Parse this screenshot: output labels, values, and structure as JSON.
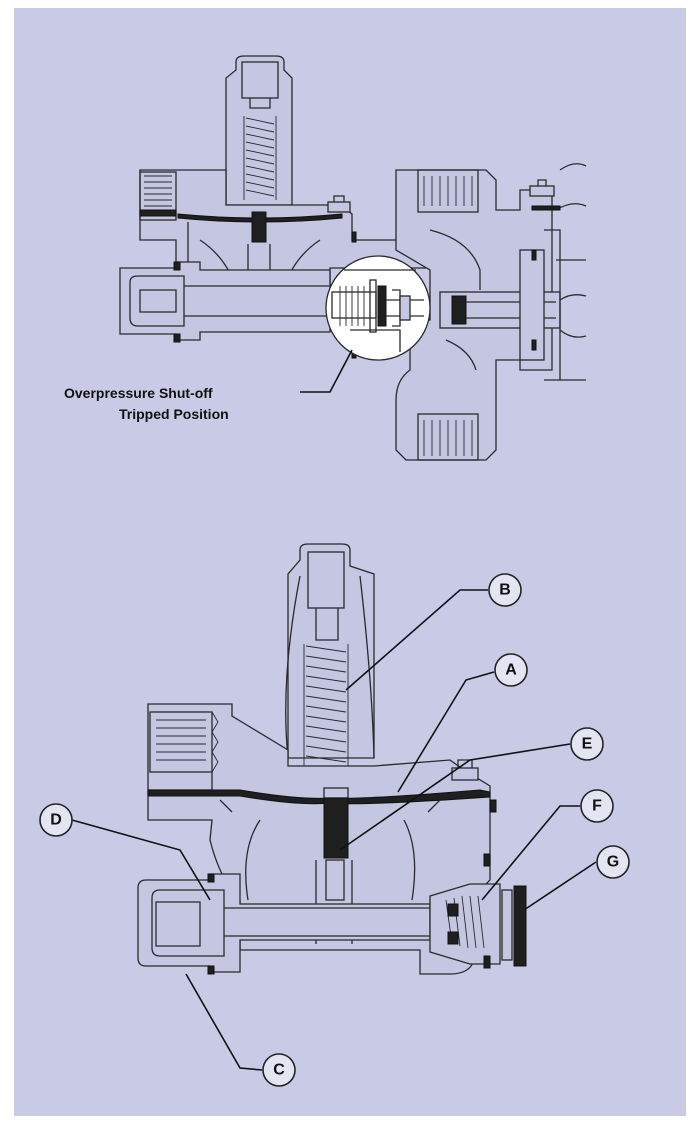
{
  "top_figure": {
    "caption_line1": "Overpressure Shut-off",
    "caption_line2": "Tripped Position"
  },
  "bottom_figure": {
    "callouts": [
      {
        "id": "b",
        "letter": "B"
      },
      {
        "id": "a",
        "letter": "A"
      },
      {
        "id": "e",
        "letter": "E"
      },
      {
        "id": "d",
        "letter": "D"
      },
      {
        "id": "f",
        "letter": "F"
      },
      {
        "id": "g",
        "letter": "G"
      },
      {
        "id": "c",
        "letter": "C"
      }
    ]
  },
  "colors": {
    "background": "#c9cbe6",
    "line": "#2a2a2a",
    "dark_parts": "#1f1f1f"
  }
}
